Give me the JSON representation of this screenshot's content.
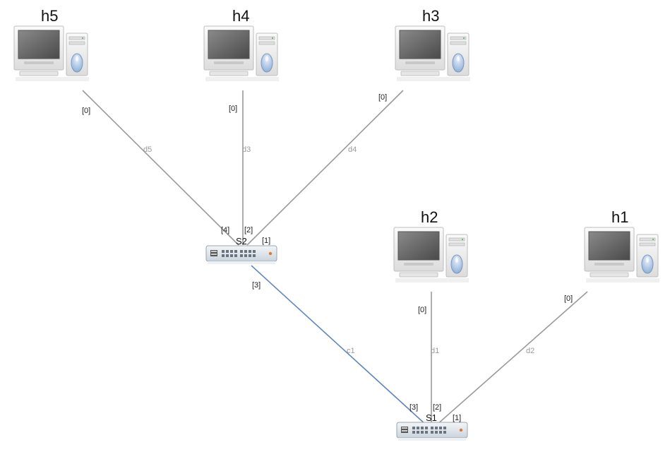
{
  "hosts": [
    {
      "id": "h5",
      "label": "h5"
    },
    {
      "id": "h4",
      "label": "h4"
    },
    {
      "id": "h3",
      "label": "h3"
    },
    {
      "id": "h2",
      "label": "h2"
    },
    {
      "id": "h1",
      "label": "h1"
    }
  ],
  "switches": [
    {
      "id": "s2",
      "label": "S2"
    },
    {
      "id": "s1",
      "label": "S1"
    }
  ],
  "links": [
    {
      "id": "d5",
      "label": "d5",
      "from": "h5",
      "to": "s2",
      "from_port": "[0]",
      "to_port": "[4]",
      "color": "#9a9a9a"
    },
    {
      "id": "d3",
      "label": "d3",
      "from": "h4",
      "to": "s2",
      "from_port": "[0]",
      "to_port": "[2]",
      "color": "#9a9a9a"
    },
    {
      "id": "d4",
      "label": "d4",
      "from": "h3",
      "to": "s2",
      "from_port": "[0]",
      "to_port": "[1]",
      "color": "#9a9a9a"
    },
    {
      "id": "c1",
      "label": "c1",
      "from": "s2",
      "to": "s1",
      "from_port": "[3]",
      "to_port": "[3]",
      "color": "#5f86c2"
    },
    {
      "id": "d1",
      "label": "d1",
      "from": "h2",
      "to": "s1",
      "from_port": "[0]",
      "to_port": "[2]",
      "color": "#9a9a9a"
    },
    {
      "id": "d2",
      "label": "d2",
      "from": "h1",
      "to": "s1",
      "from_port": "[0]",
      "to_port": "[1]",
      "color": "#9a9a9a"
    }
  ]
}
